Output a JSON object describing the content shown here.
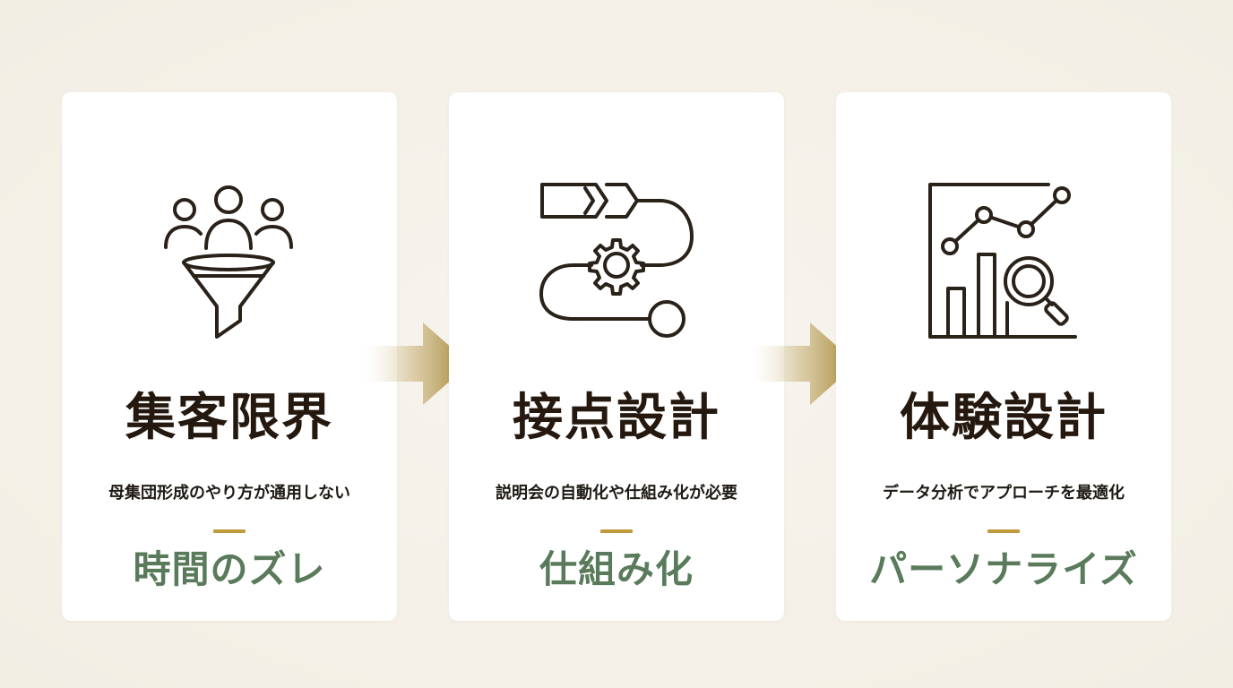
{
  "colors": {
    "background": "#f3efe6",
    "card": "#ffffff",
    "title": "#25190f",
    "text": "#1f1a14",
    "accent_gold": "#a38428",
    "divider": "#c29a3e",
    "keyword_green": "#5a7b5b"
  },
  "cards": [
    {
      "icon": "people-funnel-icon",
      "title": "集客限界",
      "description": "母集団形成のやり方が通用しない",
      "keyword": "時間のズレ"
    },
    {
      "icon": "process-gear-icon",
      "title": "接点設計",
      "description": "説明会の自動化や仕組み化が必要",
      "keyword": "仕組み化"
    },
    {
      "icon": "analytics-chart-icon",
      "title": "体験設計",
      "description": "データ分析でアプローチを最適化",
      "keyword": "パーソナライズ"
    }
  ],
  "arrows": [
    {
      "icon": "arrow-right-icon"
    },
    {
      "icon": "arrow-right-icon"
    }
  ]
}
